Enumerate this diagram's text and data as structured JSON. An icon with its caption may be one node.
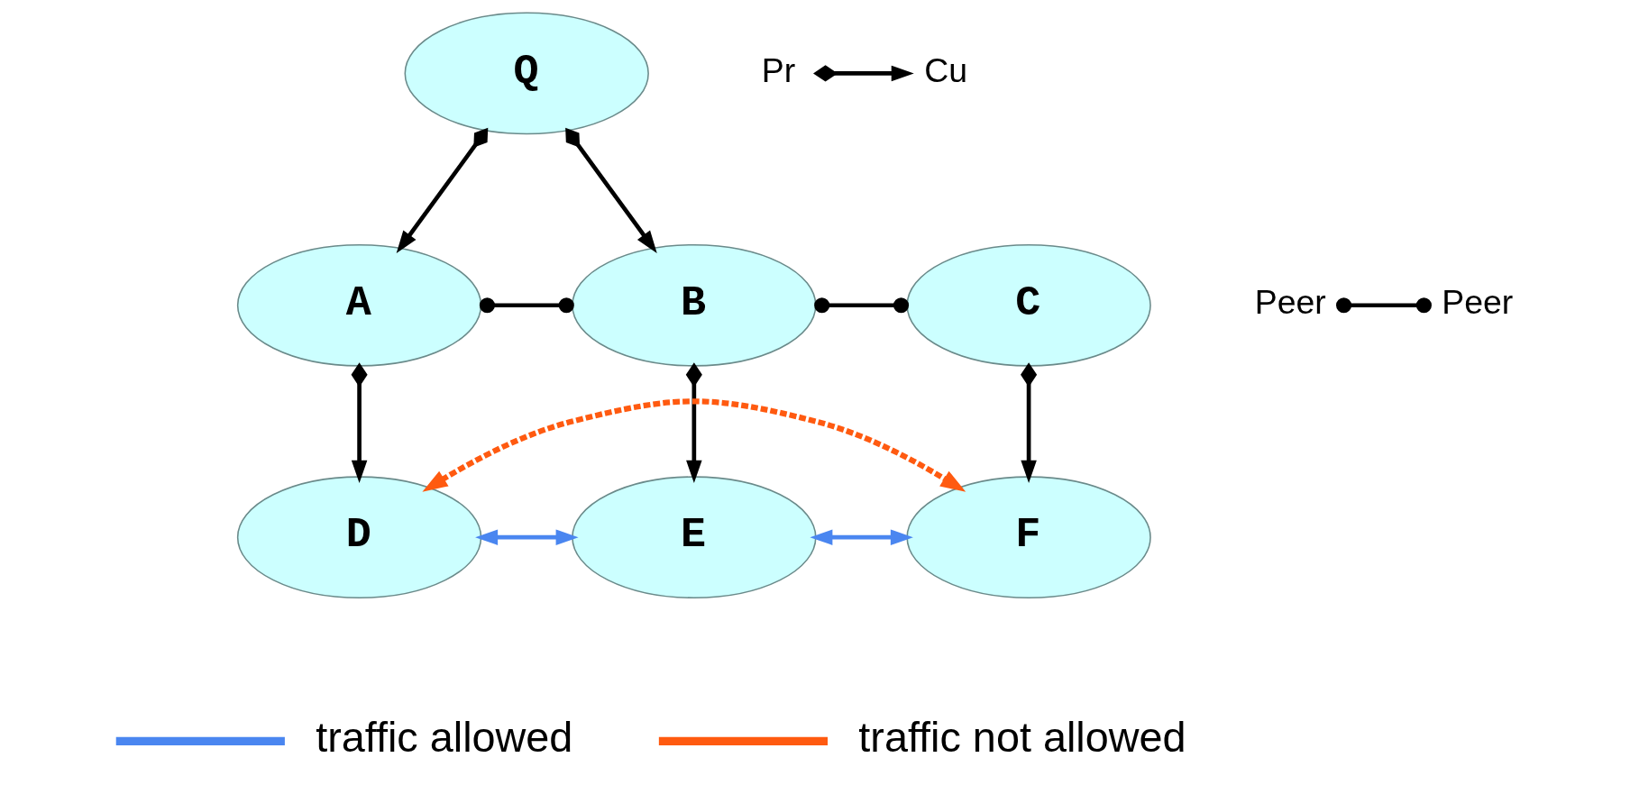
{
  "diagram": {
    "nodes": [
      {
        "text": [
          "Q"
        ]
      },
      {
        "text": [
          "A"
        ]
      },
      {
        "text": [
          "B"
        ]
      },
      {
        "text": [
          "C"
        ]
      },
      {
        "text": [
          "D"
        ]
      },
      {
        "text": [
          "E"
        ]
      },
      {
        "text": [
          "F"
        ]
      },
      {
        "text": [
          "Pr"
        ]
      },
      {
        "text": [
          "Cu"
        ]
      },
      {
        "text": [
          "Peer"
        ]
      },
      {
        "text": [
          "Peer"
        ]
      }
    ],
    "edges": [
      {
        "from": 0,
        "to": 1,
        "arrow": "to"
      },
      {
        "from": 0,
        "to": 2,
        "arrow": "to"
      },
      {
        "from": 1,
        "to": 2,
        "arrow": "other"
      },
      {
        "from": 2,
        "to": 3,
        "arrow": "other"
      },
      {
        "from": 1,
        "to": 4,
        "arrow": "to"
      },
      {
        "from": 2,
        "to": 5,
        "arrow": "to"
      },
      {
        "from": 3,
        "to": 6,
        "arrow": "to"
      },
      {
        "from": 4,
        "to": 5,
        "arrow": "both",
        "color": "#4a86f0"
      },
      {
        "from": 5,
        "to": 6,
        "arrow": "both",
        "color": "#4a86f0"
      },
      {
        "from": 4,
        "to": 6,
        "arrow": "both",
        "style": "dashed",
        "color": "#ff5a10"
      },
      {
        "from": 7,
        "to": 8,
        "arrow": "to"
      },
      {
        "from": 9,
        "to": 10,
        "arrow": "other"
      }
    ],
    "legend": [
      {
        "text": "traffic allowed"
      },
      {
        "text": "traffic not allowed"
      }
    ]
  }
}
